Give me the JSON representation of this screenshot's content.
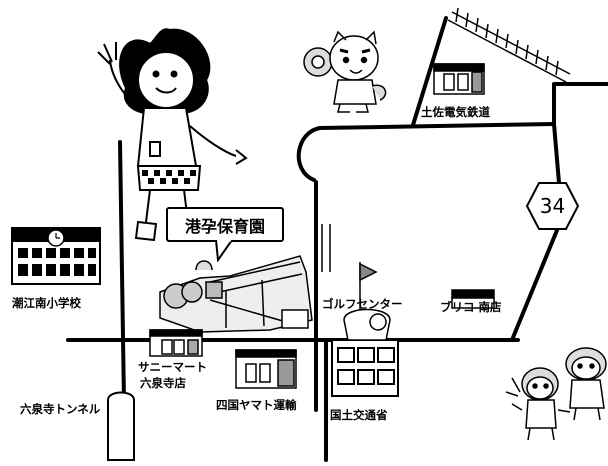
{
  "callout": {
    "text": "港孕保育園"
  },
  "labels": {
    "tosa_railway": "土佐電気鉄道",
    "school": "潮江南小学校",
    "golf_center": "ゴルフセンター",
    "bookstore": "ブリコ 南店",
    "sunny_mart_line1": "サニーマート",
    "sunny_mart_line2": "六泉寺店",
    "tunnel": "六泉寺トンネル",
    "yamato": "四国ヤマト運輸",
    "ministry": "国土交通省"
  },
  "route": {
    "number": "34"
  },
  "icons": [
    "girl-waving-icon",
    "tiger-mascot-icon",
    "children-mascots-icon",
    "school-building-icon",
    "clock-icon",
    "nursery-building-icon",
    "golf-flag-icon",
    "office-building-icon",
    "store-icon",
    "route-sign-icon",
    "railway-track-icon"
  ]
}
